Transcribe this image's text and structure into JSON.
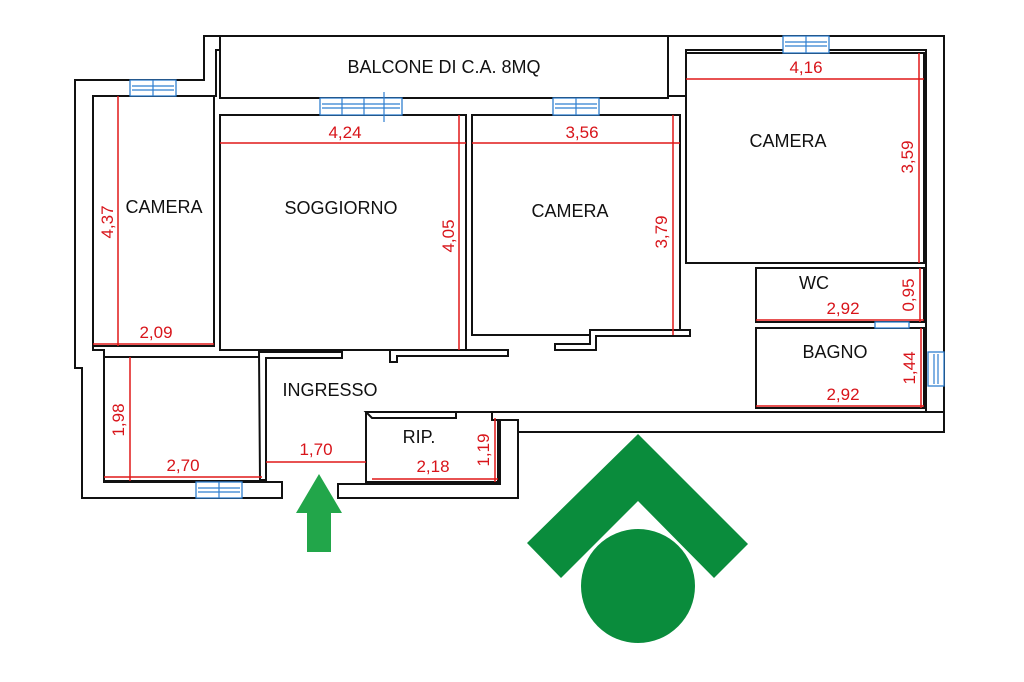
{
  "title": "Floor plan",
  "rooms": {
    "balcony": "BALCONE DI C.A. 8MQ",
    "camera_left": "CAMERA",
    "soggiorno": "SOGGIORNO",
    "camera_center": "CAMERA",
    "camera_right": "CAMERA",
    "wc": "WC",
    "bagno": "BAGNO",
    "ingresso": "INGRESSO",
    "ripostiglio": "RIP."
  },
  "dimensions": {
    "camera_left_height": "4,37",
    "camera_left_width": "2,09",
    "soggiorno_width": "4,24",
    "soggiorno_height": "4,05",
    "camera_center_width": "3,56",
    "camera_center_height": "3,79",
    "camera_right_width": "4,16",
    "camera_right_height": "3,59",
    "wc_width": "2,92",
    "wc_height": "0,95",
    "bagno_width": "2,92",
    "bagno_height": "1,44",
    "small_room_height": "1,98",
    "small_room_width": "2,70",
    "ingresso_width": "1,70",
    "rip_width": "2,18",
    "rip_height": "1,19"
  },
  "colors": {
    "walls": "#111111",
    "dimensions": "#e01818",
    "windows": "#2f7fd0",
    "entrance_arrow": "#22a64a",
    "logo": "#0a8c3c"
  },
  "icons": {
    "entrance": "entrance-arrow-icon",
    "logo": "agency-logo-icon"
  }
}
